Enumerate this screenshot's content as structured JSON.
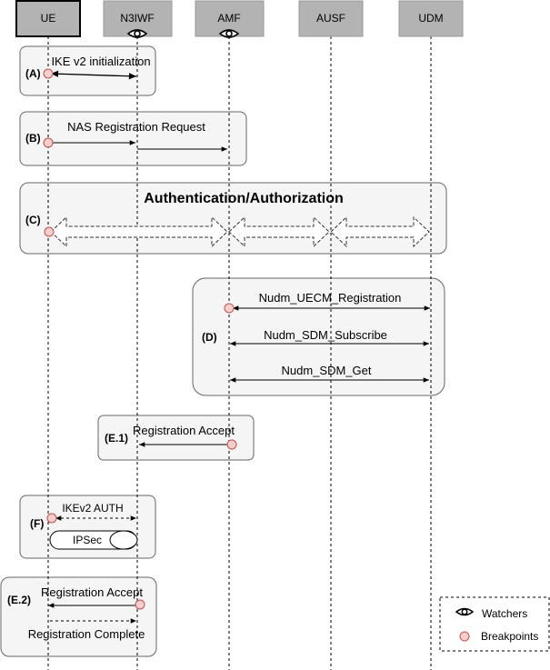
{
  "participants": [
    {
      "id": "ue",
      "label": "UE",
      "watcher": false
    },
    {
      "id": "n3iwf",
      "label": "N3IWF",
      "watcher": true
    },
    {
      "id": "amf",
      "label": "AMF",
      "watcher": true
    },
    {
      "id": "ausf",
      "label": "AUSF",
      "watcher": false
    },
    {
      "id": "udm",
      "label": "UDM",
      "watcher": false
    }
  ],
  "steps": {
    "a": {
      "tag": "(A)",
      "message": "IKE v2 initialization"
    },
    "b": {
      "tag": "(B)",
      "message": "NAS Registration Request"
    },
    "c": {
      "tag": "(C)",
      "title": "Authentication/Authorization"
    },
    "d": {
      "tag": "(D)",
      "messages": [
        "Nudm_UECM_Registration",
        "Nudm_SDM_Subscribe",
        "Nudm_SDM_Get"
      ]
    },
    "e1": {
      "tag": "(E.1)",
      "message": "Registration Accept"
    },
    "f": {
      "tag": "(F)",
      "message": "IKEv2 AUTH",
      "tunnel": "IPSec"
    },
    "e2": {
      "tag": "(E.2)",
      "message_accept": "Registration Accept",
      "message_complete": "Registration Complete"
    }
  },
  "legend": {
    "watchers_label": "Watchers",
    "watchers_icon": "eye-icon",
    "breakpoints_label": "Breakpoints",
    "breakpoints_icon": "breakpoint-dot-icon"
  },
  "colors": {
    "participant_fill": "#b3b3b3",
    "group_fill": "#f5f5f5",
    "group_stroke": "#666666",
    "breakpoint_fill": "#f8cecc",
    "breakpoint_stroke": "#b85450"
  }
}
